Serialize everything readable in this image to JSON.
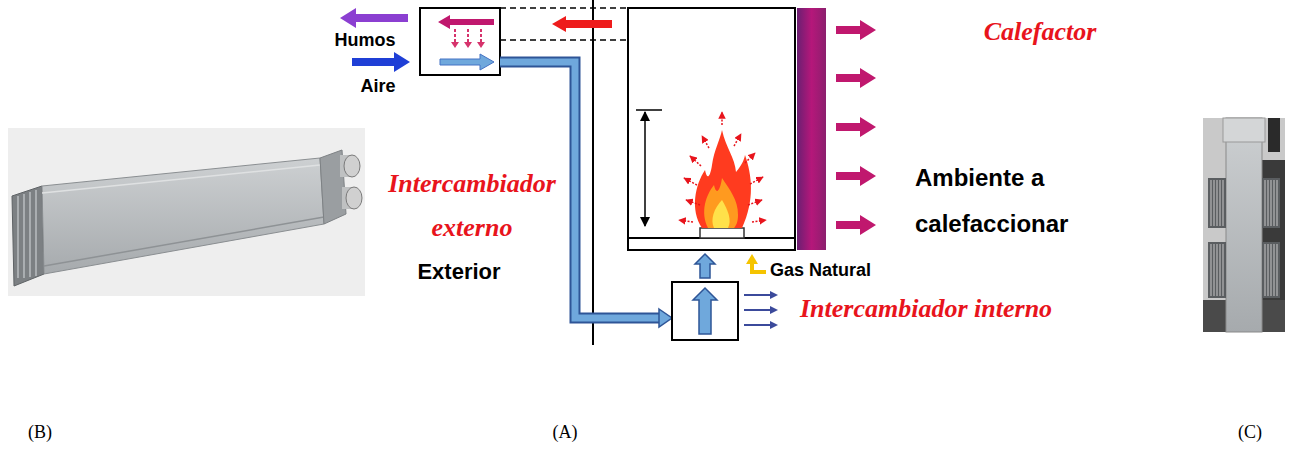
{
  "diagram": {
    "labels": [
      "Humos",
      "Aire",
      "Intercambiador externo",
      "Exterior",
      "Calefactor",
      "Ambiente a calefaccionar",
      "Gas Natural",
      "Intercambiador interno",
      "(B)",
      "(A)",
      "(C)"
    ]
  }
}
